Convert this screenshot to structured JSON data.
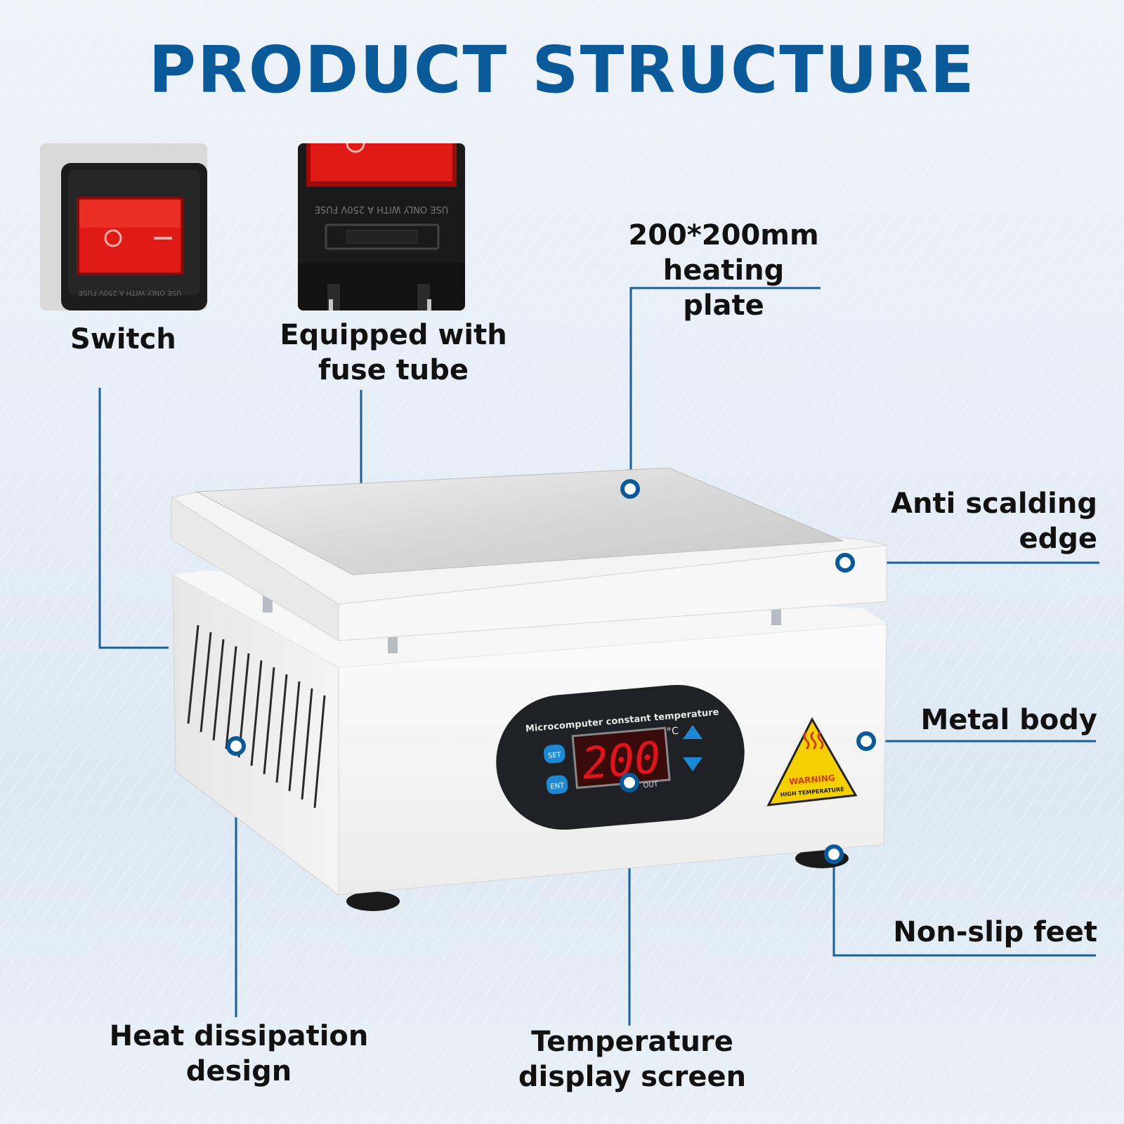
{
  "title": "PRODUCT STRUCTURE",
  "labels": {
    "switch": "Switch",
    "fuse_line1": "Equipped with",
    "fuse_line2": "fuse tube",
    "plate_line1": "200*200mm",
    "plate_line2": "heating plate",
    "edge_line1": "Anti scalding",
    "edge_line2": "edge",
    "body": "Metal body",
    "feet": "Non-slip feet",
    "heat_line1": "Heat dissipation",
    "heat_line2": "design",
    "display_line1": "Temperature",
    "display_line2": "display screen"
  },
  "panel": {
    "caption": "Microcomputer constant temperature",
    "readout": "200",
    "unit": "°C",
    "set_label": "SET",
    "ent_label": "ENT",
    "out_label": "OUT"
  },
  "warning": {
    "title": "WARNING",
    "subtitle": "HIGH TEMPERATURE"
  },
  "fuse_text": "USE ONLY WITH A 250V FUSE",
  "colors": {
    "accent": "#0a5a9a",
    "line": "#1a5f9a",
    "led": "#e0141c",
    "switch_red": "#e01a16"
  }
}
